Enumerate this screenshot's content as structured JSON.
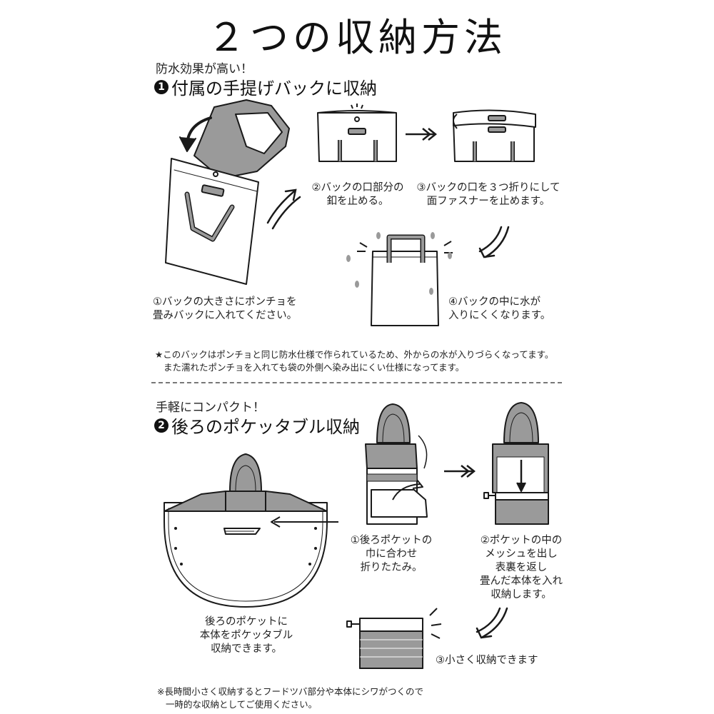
{
  "title": "２つの収納方法",
  "section1": {
    "lead": "防水効果が高い！",
    "badge": "1",
    "heading": "付属の手提げバックに収納",
    "step1": [
      "①バックの大きさにポンチョを",
      "畳みバックに入れてください。"
    ],
    "step2": [
      "②バックの口部分の",
      "釦を止める。"
    ],
    "step3": [
      "③バックの口を３つ折りにして",
      "面ファスナーを止めます。"
    ],
    "step4": [
      "④バックの中に水が",
      "入りにくくなります。"
    ],
    "note": [
      "★このバックはポンチョと同じ防水仕様で作られているため、外からの水が入りづらくなってます。",
      "また濡れたポンチョを入れても袋の外側へ染み出にくい仕様になってます。"
    ]
  },
  "section2": {
    "lead": "手軽にコンパクト！",
    "badge": "2",
    "heading": "後ろのポケッタブル収納",
    "caption_main": [
      "後ろのポケットに",
      "本体をポケッタブル",
      "収納できます。"
    ],
    "step1": [
      "①後ろポケットの",
      "巾に合わせ",
      "折りたたみ。"
    ],
    "step2": [
      "②ポケットの中の",
      "メッシュを出し",
      "表裏を返し",
      "畳んだ本体を入れ",
      "収納します。"
    ],
    "step3": "③小さく収納できます",
    "note": [
      "※長時間小さく収納するとフードツバ部分や本体にシワがつくので",
      "一時的な収納としてご使用ください。"
    ]
  },
  "colors": {
    "ink": "#1a1a1a",
    "gray_fill": "#9a9a9a",
    "light_fill": "#ffffff"
  }
}
